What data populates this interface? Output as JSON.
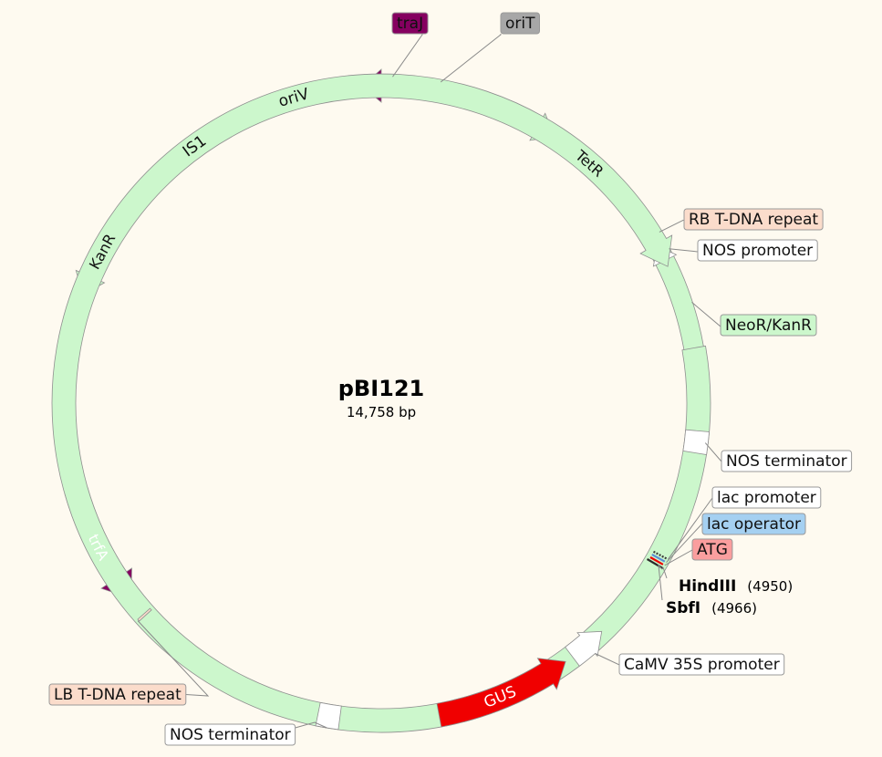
{
  "plasmid": {
    "name": "pBI121",
    "size_text": "14,758 bp"
  },
  "colors": {
    "background": "#fefaf0",
    "backbone": "#5f5f5f",
    "label_border": "#999999",
    "leader": "#8a8a8a"
  },
  "features": [
    {
      "key": "trfA",
      "name": "trfA",
      "kind": "arrow",
      "fill": "#850060",
      "text_color": "#ffffff"
    },
    {
      "key": "kanr-left",
      "name": "KanR",
      "kind": "arrow",
      "fill": "#ccf7cc",
      "text_color": "#111111"
    },
    {
      "key": "is1",
      "name": "IS1",
      "kind": "box",
      "fill": "#fbdccb",
      "text_color": "#111111"
    },
    {
      "key": "oriv",
      "name": "oriV",
      "kind": "box",
      "fill": "#ffff00",
      "text_color": "#111111"
    },
    {
      "key": "traj",
      "name": "traJ",
      "kind": "arrow",
      "fill": "#850060",
      "text_color": "#ffffff"
    },
    {
      "key": "orit",
      "name": "oriT",
      "kind": "box",
      "fill": "#a7a7a7",
      "text_color": "#111111"
    },
    {
      "key": "tetr",
      "name": "TetR",
      "kind": "arrow",
      "fill": "#ccf7cc",
      "text_color": "#111111"
    },
    {
      "key": "rb-tdna",
      "name": "RB T-DNA repeat",
      "kind": "box",
      "fill": "#fbdccb",
      "text_color": "#111111"
    },
    {
      "key": "nos-promoter",
      "name": "NOS promoter",
      "kind": "arrow",
      "fill": "#ffffff",
      "text_color": "#111111"
    },
    {
      "key": "neor-kanr",
      "name": "NeoR/KanR",
      "kind": "arrow",
      "fill": "#ccf7cc",
      "text_color": "#111111"
    },
    {
      "key": "nos-terminator-right",
      "name": "NOS terminator",
      "kind": "box",
      "fill": "#ffffff",
      "text_color": "#111111"
    },
    {
      "key": "lac-promoter",
      "name": "lac promoter",
      "kind": "box",
      "fill": "#ffffff",
      "text_color": "#111111"
    },
    {
      "key": "lac-operator",
      "name": "lac operator",
      "kind": "box",
      "fill": "#a5d0f1",
      "text_color": "#111111"
    },
    {
      "key": "atg",
      "name": "ATG",
      "kind": "box",
      "fill": "#fa9e9e",
      "text_color": "#111111"
    },
    {
      "key": "camv-35s",
      "name": "CaMV 35S promoter",
      "kind": "arrow",
      "fill": "#ffffff",
      "text_color": "#111111"
    },
    {
      "key": "gus",
      "name": "GUS",
      "kind": "arrow",
      "fill": "#f00000",
      "text_color": "#ffffff"
    },
    {
      "key": "nos-terminator-bottom",
      "name": "NOS terminator",
      "kind": "box",
      "fill": "#ffffff",
      "text_color": "#111111"
    },
    {
      "key": "lb-tdna",
      "name": "LB T-DNA repeat",
      "kind": "box",
      "fill": "#fbdccb",
      "text_color": "#111111"
    }
  ],
  "sites": [
    {
      "key": "hindiii",
      "name": "HindIII",
      "position": "(4950)"
    },
    {
      "key": "sbfi",
      "name": "SbfI",
      "position": "(4966)"
    }
  ]
}
